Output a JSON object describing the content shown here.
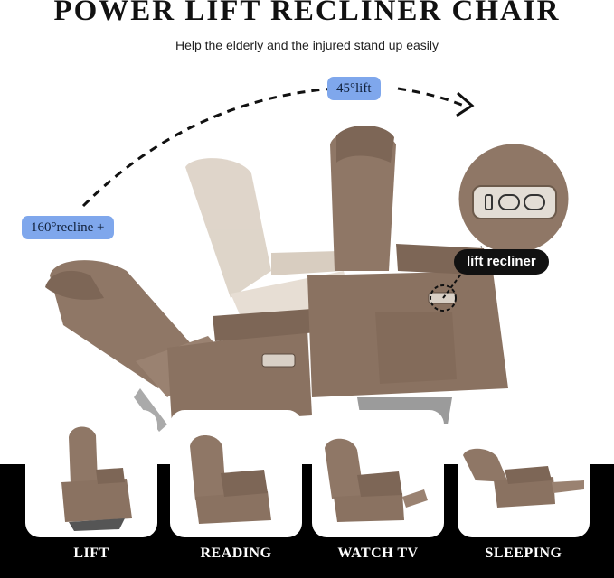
{
  "header": {
    "title": "POWER LIFT RECLINER CHAIR",
    "subtitle": "Help the elderly and the injured stand up easily"
  },
  "badges": {
    "lift_angle": "45°lift",
    "recline_angle": "160°recline +"
  },
  "callout": {
    "label": "lift recliner"
  },
  "positions": [
    {
      "label": "LIFT"
    },
    {
      "label": "READING"
    },
    {
      "label": "WATCH TV"
    },
    {
      "label": "SLEEPING"
    }
  ],
  "colors": {
    "fabric": "#8f7766",
    "fabric_dark": "#6f5a4c",
    "ghost_fabric": "#ddd3c7",
    "badge_blue": "#7fa7ec",
    "band": "#000000"
  },
  "icons": [
    "remote-control-icon",
    "curved-arrow-icon"
  ]
}
